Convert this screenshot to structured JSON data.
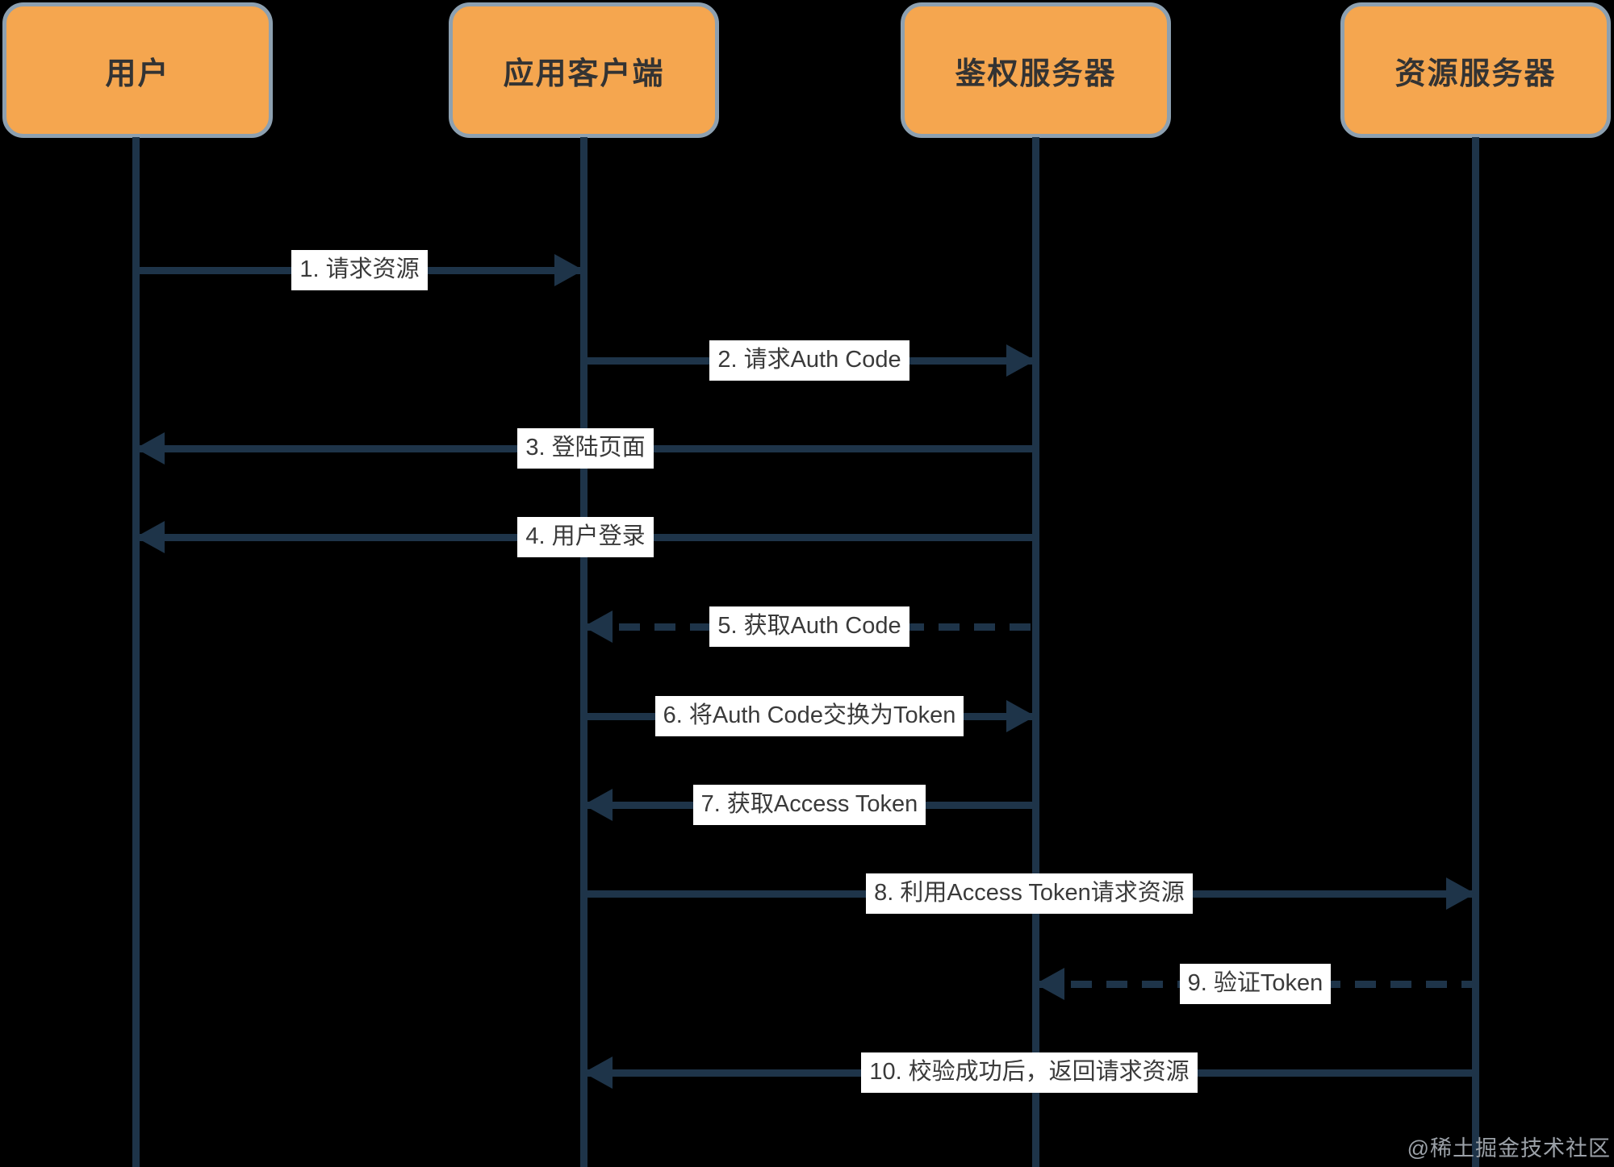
{
  "diagram": {
    "type": "sequence-diagram",
    "background": "#000000",
    "colors": {
      "actor_fill": "#F5A64F",
      "actor_border": "#8DA0B0",
      "actor_text": "#333333",
      "line": "#1E3449",
      "label_bg": "#FFFFFF",
      "label_text": "#3A3A3A",
      "watermark_text": "#9BA1A8"
    },
    "actors": [
      {
        "label": "用户"
      },
      {
        "label": "应用客户端"
      },
      {
        "label": "鉴权服务器"
      },
      {
        "label": "资源服务器"
      }
    ],
    "messages": [
      {
        "label": "1. 请求资源",
        "from": "用户",
        "to": "应用客户端",
        "direction": "right",
        "line_style": "solid"
      },
      {
        "label": "2. 请求Auth Code",
        "from": "应用客户端",
        "to": "鉴权服务器",
        "direction": "right",
        "line_style": "solid"
      },
      {
        "label": "3. 登陆页面",
        "from": "鉴权服务器",
        "to": "用户",
        "direction": "left",
        "line_style": "solid"
      },
      {
        "label": "4. 用户登录",
        "from": "鉴权服务器",
        "to": "用户",
        "direction": "left",
        "line_style": "solid"
      },
      {
        "label": "5. 获取Auth Code",
        "from": "鉴权服务器",
        "to": "应用客户端",
        "direction": "left",
        "line_style": "dashed"
      },
      {
        "label": "6. 将Auth Code交换为Token",
        "from": "应用客户端",
        "to": "鉴权服务器",
        "direction": "right",
        "line_style": "solid"
      },
      {
        "label": "7. 获取Access Token",
        "from": "鉴权服务器",
        "to": "应用客户端",
        "direction": "left",
        "line_style": "solid"
      },
      {
        "label": "8. 利用Access Token请求资源",
        "from": "应用客户端",
        "to": "资源服务器",
        "direction": "right",
        "line_style": "solid"
      },
      {
        "label": "9. 验证Token",
        "from": "资源服务器",
        "to": "鉴权服务器",
        "direction": "left",
        "line_style": "dashed"
      },
      {
        "label": "10. 校验成功后，返回请求资源",
        "from": "资源服务器",
        "to": "应用客户端",
        "direction": "left",
        "line_style": "solid"
      }
    ],
    "watermark": "@稀土掘金技术社区"
  }
}
